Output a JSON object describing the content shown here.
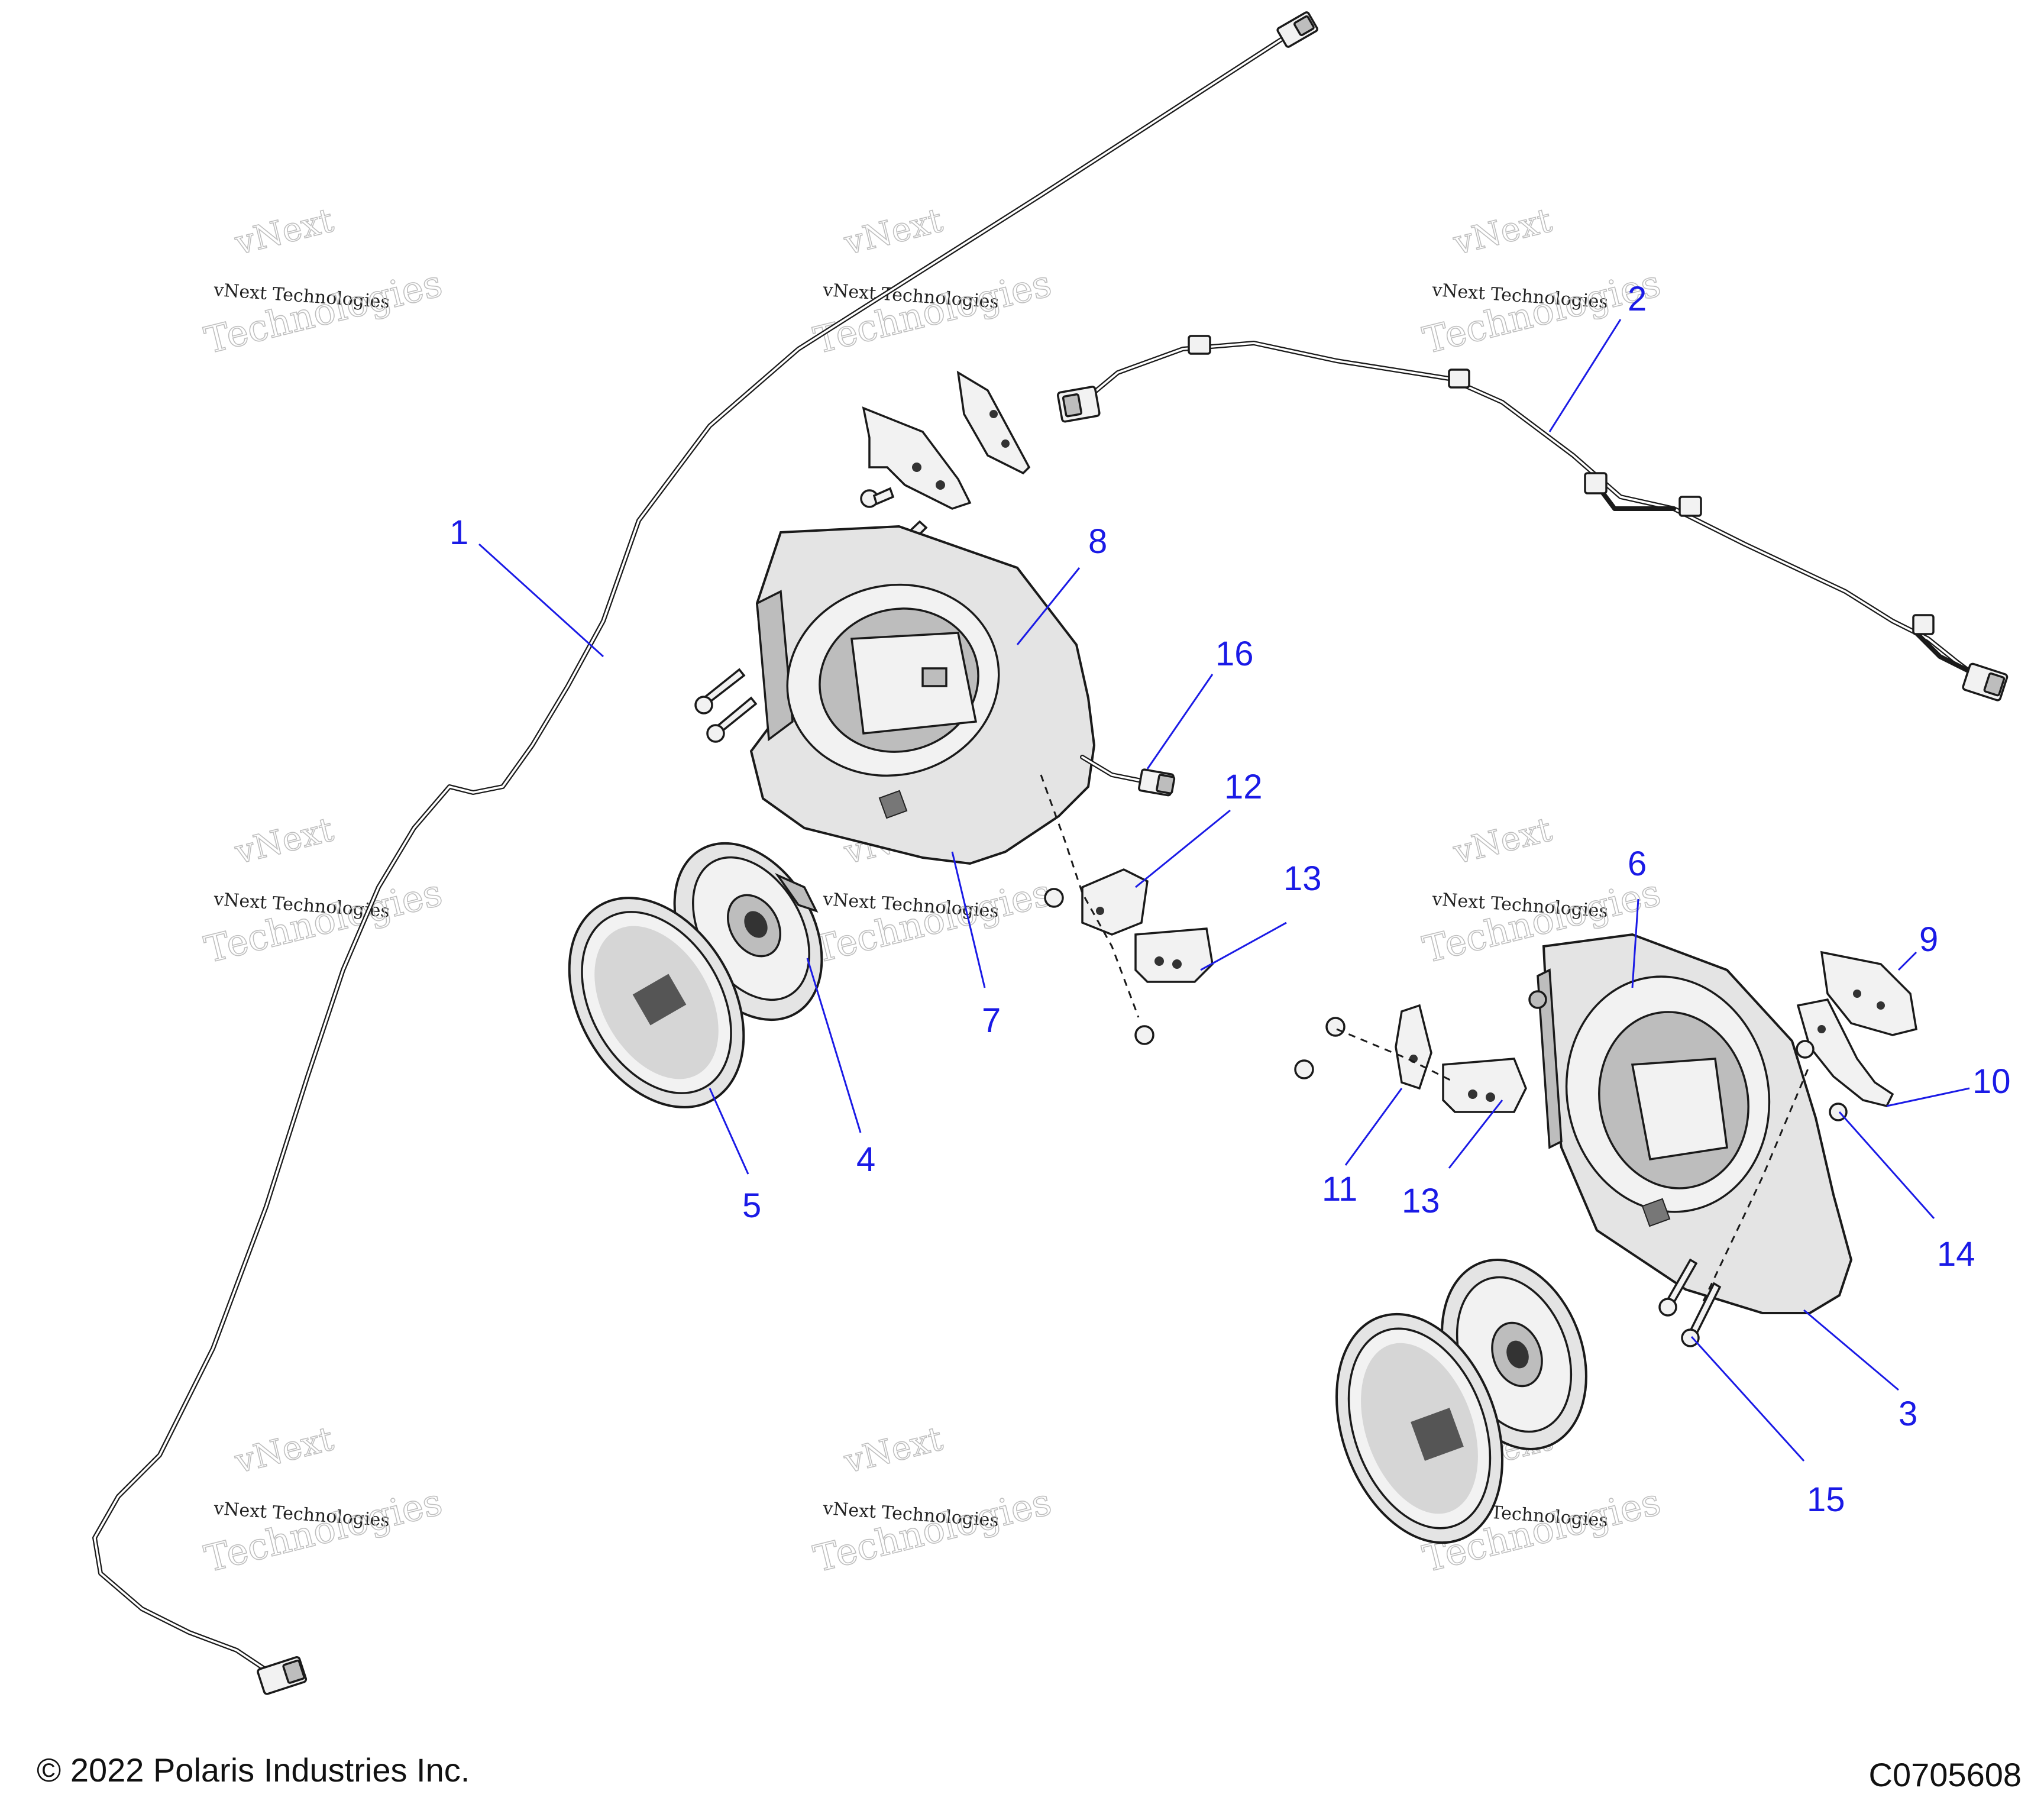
{
  "diagram": {
    "callouts": [
      {
        "id": "1",
        "label": "1"
      },
      {
        "id": "2",
        "label": "2"
      },
      {
        "id": "3",
        "label": "3"
      },
      {
        "id": "4",
        "label": "4"
      },
      {
        "id": "5",
        "label": "5"
      },
      {
        "id": "6",
        "label": "6"
      },
      {
        "id": "7",
        "label": "7"
      },
      {
        "id": "8",
        "label": "8"
      },
      {
        "id": "9",
        "label": "9"
      },
      {
        "id": "10",
        "label": "10"
      },
      {
        "id": "11",
        "label": "11"
      },
      {
        "id": "12",
        "label": "12"
      },
      {
        "id": "13a",
        "label": "13"
      },
      {
        "id": "13b",
        "label": "13"
      },
      {
        "id": "14",
        "label": "14"
      },
      {
        "id": "15",
        "label": "15"
      },
      {
        "id": "16",
        "label": "16"
      }
    ],
    "callout_color": "#1a1ae6",
    "watermark": {
      "line1": "vNext Technologies",
      "line2": "Technologies",
      "line3": "vNext",
      "color": "#bfbfbf"
    }
  },
  "footer": {
    "copyright": "© 2022 Polaris Industries Inc.",
    "drawing_code": "C0705608"
  }
}
